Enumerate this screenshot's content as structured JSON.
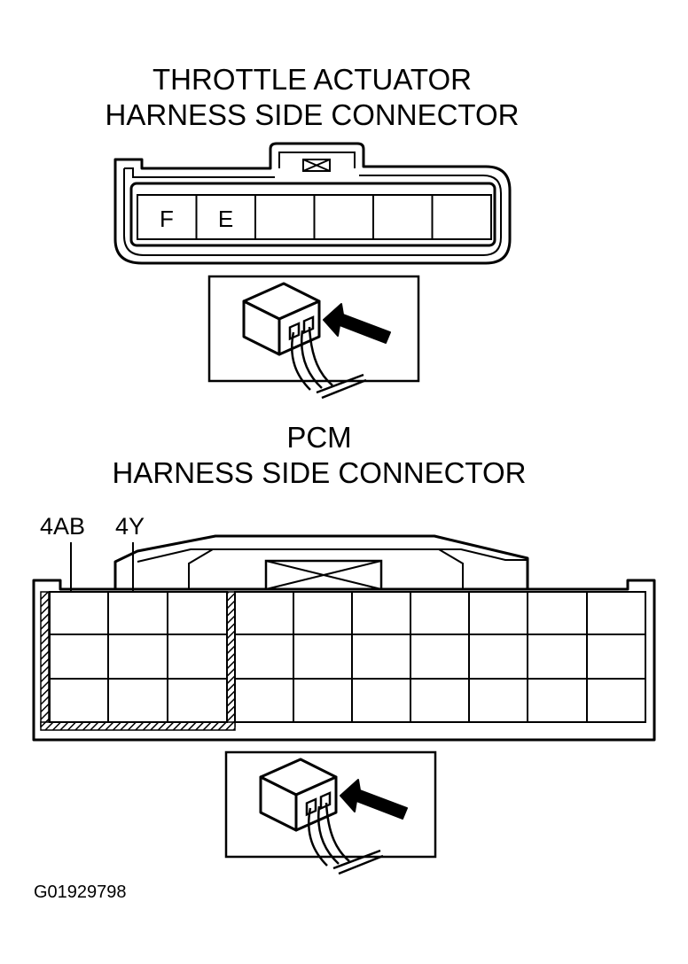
{
  "throttle": {
    "title_line1": "THROTTLE ACTUATOR",
    "title_line2": "HARNESS SIDE CONNECTOR",
    "cells": [
      "F",
      "E",
      "",
      "",
      "",
      ""
    ]
  },
  "pcm": {
    "title_line1": "PCM",
    "title_line2": "HARNESS SIDE CONNECTOR",
    "pin_labels": [
      "4AB",
      "4Y"
    ]
  },
  "figure_id": "G01929798",
  "icons": {
    "view_inset": "connector-harness-side-view-icon",
    "arrow": "view-direction-arrow-icon"
  }
}
